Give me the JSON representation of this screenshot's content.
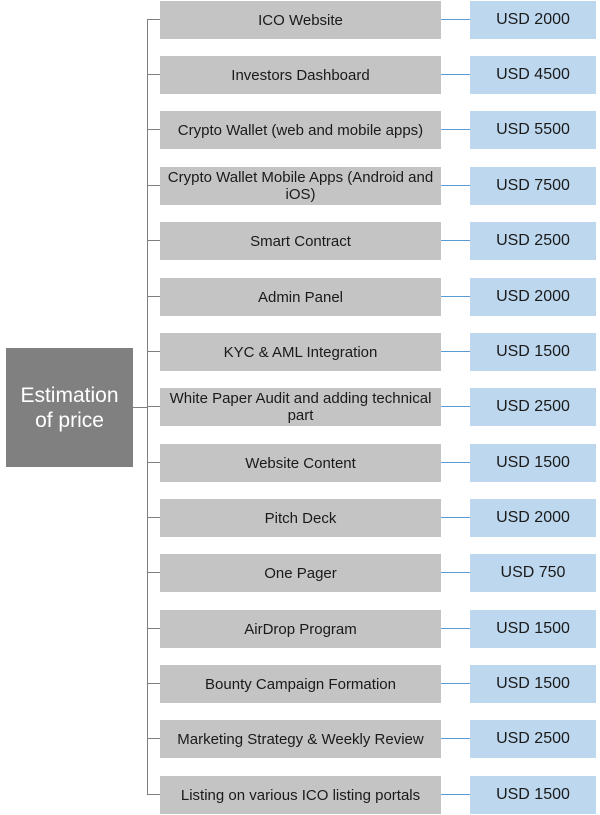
{
  "root": {
    "label": "Estimation of price"
  },
  "colors": {
    "root_fill": "#808080",
    "item_fill": "#c4c4c4",
    "price_fill": "#bdd7ee",
    "connector_blue": "#5b9bd5",
    "connector_gray": "#7f7f7f"
  },
  "items": [
    {
      "task": "ICO Website",
      "price": "USD 2000"
    },
    {
      "task": "Investors Dashboard",
      "price": "USD 4500"
    },
    {
      "task": "Crypto Wallet (web and mobile apps)",
      "price": "USD 5500"
    },
    {
      "task": "Crypto Wallet Mobile Apps (Android and iOS)",
      "price": "USD 7500"
    },
    {
      "task": "Smart Contract",
      "price": "USD 2500"
    },
    {
      "task": "Admin Panel",
      "price": "USD 2000"
    },
    {
      "task": "KYC & AML Integration",
      "price": "USD 1500"
    },
    {
      "task": "White Paper Audit and adding technical part",
      "price": "USD 2500"
    },
    {
      "task": "Website Content",
      "price": "USD 1500"
    },
    {
      "task": "Pitch Deck",
      "price": "USD 2000"
    },
    {
      "task": "One Pager",
      "price": "USD 750"
    },
    {
      "task": "AirDrop Program",
      "price": "USD 1500"
    },
    {
      "task": "Bounty Campaign Formation",
      "price": "USD 1500"
    },
    {
      "task": "Marketing Strategy & Weekly Review",
      "price": "USD 2500"
    },
    {
      "task": "Listing on various ICO listing portals",
      "price": "USD 1500"
    }
  ]
}
